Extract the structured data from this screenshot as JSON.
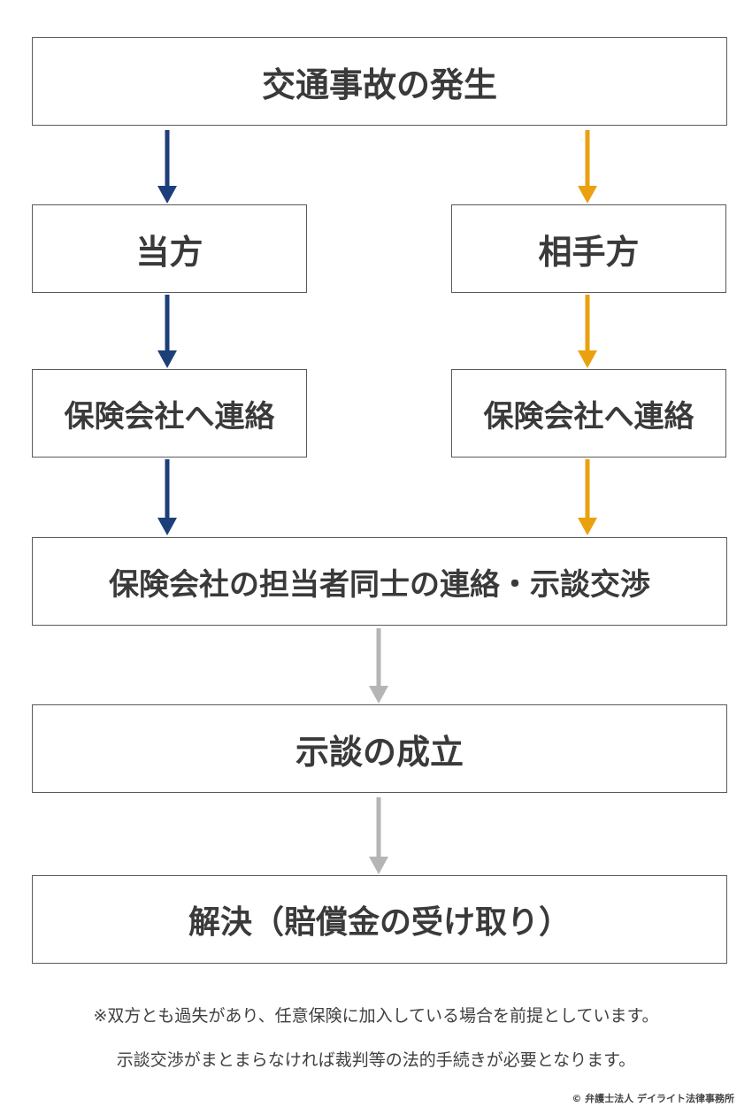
{
  "flow": {
    "start": "交通事故の発生",
    "left_party": "当方",
    "right_party": "相手方",
    "left_insurer": "保険会社へ連絡",
    "right_insurer": "保険会社へ連絡",
    "negotiation": "保険会社の担当者同士の連絡・示談交渉",
    "settlement": "示談の成立",
    "resolution": "解決（賠償金の受け取り）"
  },
  "notes": {
    "line1": "※双方とも過失があり、任意保険に加入している場合を前提としています。",
    "line2": "示談交渉がまとまらなければ裁判等の法的手続きが必要となります。"
  },
  "credit": "© 弁護士法人 デイライト法律事務所",
  "colors": {
    "left_arrow": "#1c3f7a",
    "right_arrow": "#eba10f",
    "gray_arrow": "#b5b5b5",
    "box_border": "#5a5a5a",
    "text": "#3a3a3a"
  }
}
